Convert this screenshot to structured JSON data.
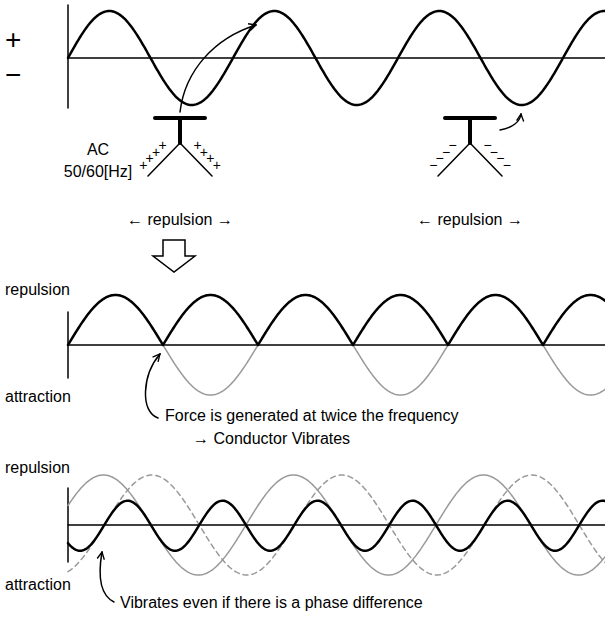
{
  "diagram": {
    "labels": [
      "+",
      "−",
      "AC",
      "50/60[Hz]",
      "+",
      "+",
      "+",
      "+",
      "+",
      "+",
      "+",
      "+",
      "← repulsion →",
      "−",
      "−",
      "−",
      "−",
      "−",
      "−",
      "−",
      "−",
      "← repulsion →",
      "repulsion",
      "attraction",
      "Force is generated at twice the frequency",
      "→ Conductor Vibrates",
      "repulsion",
      "attraction",
      "Vibrates even if there is a phase difference"
    ]
  }
}
